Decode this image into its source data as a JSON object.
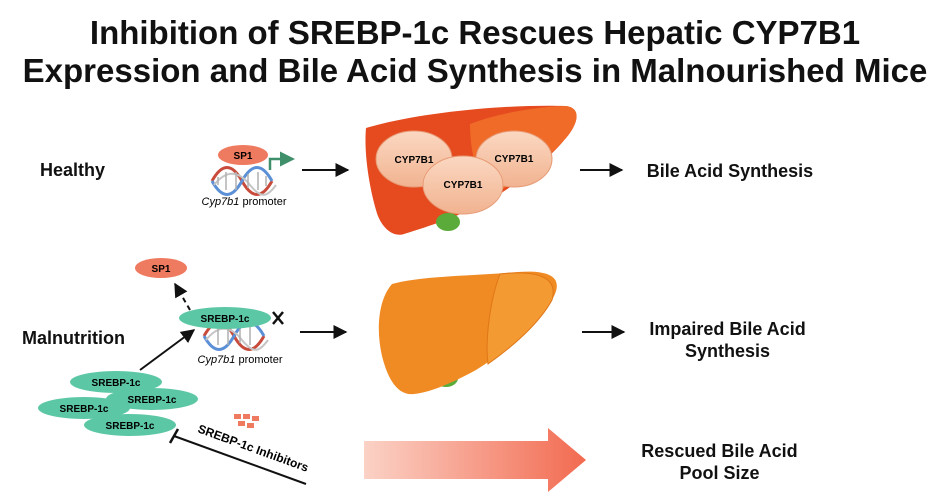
{
  "title": {
    "line1": "Inhibition of SREBP-1c Rescues Hepatic CYP7B1",
    "line2": "Expression and Bile Acid Synthesis in Malnourished Mice"
  },
  "rows": {
    "healthy": {
      "label": "Healthy",
      "sp1": "SP1",
      "promoter_gene": "Cyp7b1",
      "promoter_word": " promoter",
      "enzymes": [
        "CYP7B1",
        "CYP7B1",
        "CYP7B1"
      ],
      "outcome": "Bile Acid Synthesis"
    },
    "malnutrition": {
      "label": "Malnutrition",
      "sp1": "SP1",
      "srebp_bound": "SREBP-1c",
      "promoter_gene": "Cyp7b1",
      "promoter_word": " promoter",
      "srebp_pool": [
        "SREBP-1c",
        "SREBP-1c",
        "SREBP-1c",
        "SREBP-1c"
      ],
      "outcome_line1": "Impaired Bile Acid",
      "outcome_line2": "Synthesis"
    },
    "treatment": {
      "inhibitors": "SREBP-1c Inhibitors",
      "outcome_line1": "Rescued Bile Acid",
      "outcome_line2": "Pool Size"
    }
  },
  "colors": {
    "sp1": "#ee7a5f",
    "srebp": "#5cc7a4",
    "liver_healthy": "#e64a1f",
    "liver_impaired": "#f08a22",
    "cyp7b1": "#f7c6a8",
    "gallbladder": "#5aab3a",
    "rescue_arrow": "#f26a50"
  }
}
